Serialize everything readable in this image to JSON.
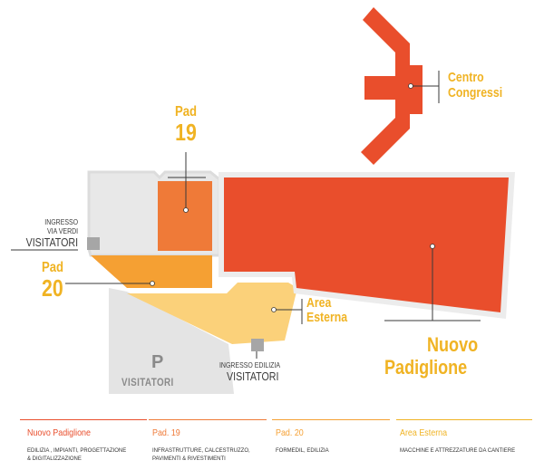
{
  "colors": {
    "nuovo_padiglione": "#e94e2c",
    "pad19": "#ef7a38",
    "pad20": "#f5a033",
    "area_esterna": "#fbd17a",
    "label_gold": "#f0b323",
    "building_gray": "#e6e6e6",
    "parking_gray": "#e4e4e4",
    "entrance_gray": "#a6a6a6"
  },
  "map": {
    "centro_congressi": {
      "line1": "Centro",
      "line2": "Congressi"
    },
    "pad19": {
      "line1": "Pad",
      "line2": "19"
    },
    "pad20": {
      "line1": "Pad",
      "line2": "20"
    },
    "area_esterna": {
      "line1": "Area",
      "line2": "Esterna"
    },
    "nuovo_padiglione": {
      "line1": "Nuovo",
      "line2": "Padiglione"
    },
    "ingresso_via_verdi": {
      "line1": "INGRESSO",
      "line2": "VIA VERDI",
      "line3": "VISITATORI"
    },
    "ingresso_edilizia": {
      "line1": "INGRESSO EDILIZIA",
      "line2": "VISITATORI"
    },
    "parking": {
      "letter": "P",
      "label": "VISITATORI"
    }
  },
  "legend": [
    {
      "title": "Nuovo Padiglione",
      "line1": "Edilizia , impianti, progettazione",
      "line2": "& digitalizzazione",
      "color": "#e94e2c"
    },
    {
      "title": "Pad. 19",
      "line1": "Infrastrutture, calcestruzzo,",
      "line2": "pavimenti & rivestimenti",
      "color": "#ef7a38"
    },
    {
      "title": "Pad. 20",
      "line1": "Formedil, edilizia",
      "line2": "",
      "color": "#f5a033"
    },
    {
      "title": "Area Esterna",
      "line1": "Macchine e attrezzature da cantiere",
      "line2": "",
      "color": "#f0b323"
    }
  ]
}
